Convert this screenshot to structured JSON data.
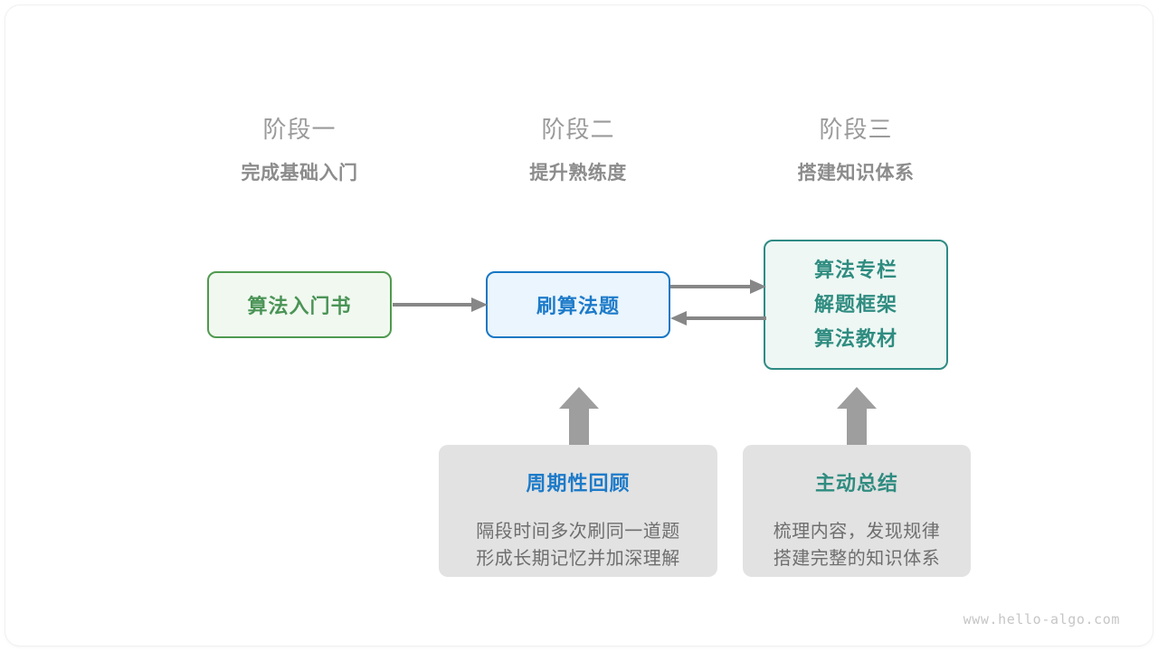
{
  "colors": {
    "green": "#4a9456",
    "green_border": "#4f9a4f",
    "green_fill": "#f1f8f0",
    "blue": "#1d7bc9",
    "blue_border": "#1677c4",
    "blue_fill": "#eaf5fd",
    "teal": "#2f8c80",
    "teal_border": "#2e8b84",
    "teal_fill": "#eef7f4",
    "gray_card": "#e2e2e2",
    "gray_text": "#6e6e6e",
    "header_gray": "#9a9a9a",
    "arrow_gray": "#878787",
    "watermark_gray": "#c6c6c6",
    "canvas_bg": "#ffffff"
  },
  "stages": [
    {
      "title": "阶段一",
      "subtitle": "完成基础入门"
    },
    {
      "title": "阶段二",
      "subtitle": "提升熟练度"
    },
    {
      "title": "阶段三",
      "subtitle": "搭建知识体系"
    }
  ],
  "nodes": {
    "book": {
      "lines": [
        "算法入门书"
      ]
    },
    "practice": {
      "lines": [
        "刷算法题"
      ]
    },
    "system": {
      "lines": [
        "算法专栏",
        "解题框架",
        "算法教材"
      ]
    }
  },
  "notes": [
    {
      "title": "周期性回顾",
      "body": [
        "隔段时间多次刷同一道题",
        "形成长期记忆并加深理解"
      ]
    },
    {
      "title": "主动总结",
      "body": [
        "梳理内容，发现规律",
        "搭建完整的知识体系"
      ]
    }
  ],
  "arrows": {
    "book_to_practice": "arrow-right",
    "practice_to_system": "arrow-right",
    "system_to_practice": "arrow-left",
    "review_to_practice": "arrow-up",
    "summary_to_system": "arrow-up"
  },
  "watermark": "www.hello-algo.com"
}
